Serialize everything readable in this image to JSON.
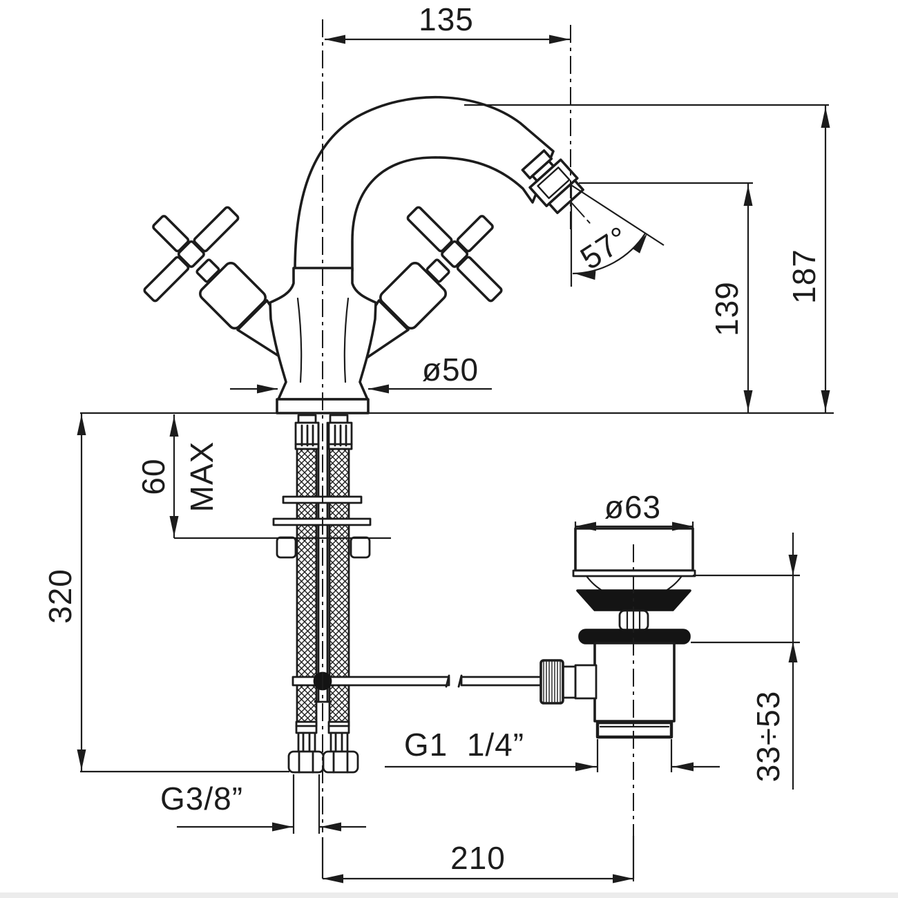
{
  "labels": {
    "dim_spout_reach": "135",
    "dim_spout_angle": "57°",
    "dim_spout_height": "139",
    "dim_total_height": "187",
    "dim_base_diameter": "ø50",
    "dim_deck_max_value": "60",
    "dim_deck_max_suffix": "MAX",
    "dim_hose_drop": "320",
    "dim_drain_flange": "ø63",
    "dim_clamp_range": "33÷53",
    "label_supply_thread": "G3/8”",
    "label_drain_thread": "G1  1/4”",
    "dim_drain_offset": "210"
  }
}
